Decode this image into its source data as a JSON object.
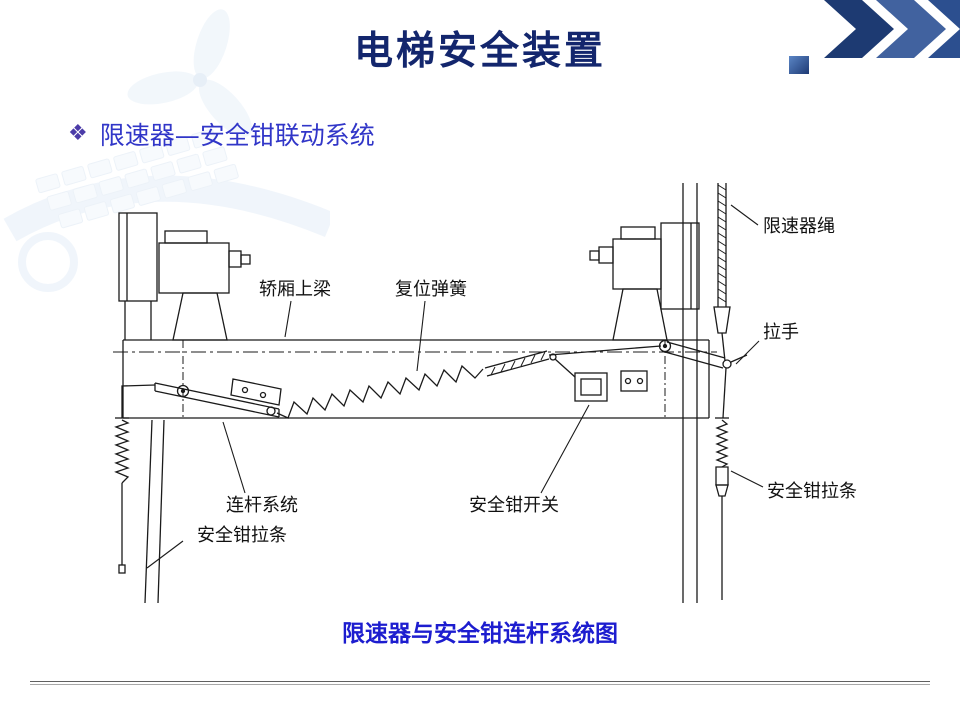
{
  "slide": {
    "title": "电梯安全装置",
    "bullet": {
      "marker": "❖",
      "text": "限速器—安全钳联动系统"
    }
  },
  "figure": {
    "caption": "限速器与安全钳连杆系统图",
    "labels": {
      "governor_rope": "限速器绳",
      "car_top_beam": "轿厢上梁",
      "reset_spring": "复位弹簧",
      "handle": "拉手",
      "linkage_system": "连杆系统",
      "left_safety_pull": "安全钳拉条",
      "safety_switch": "安全钳开关",
      "right_safety_pull": "安全钳拉条"
    }
  },
  "colors": {
    "title_text": "#13266d",
    "bullet_text": "#3136c8",
    "bullet_marker": "#4b3ba8",
    "caption_text": "#1d1dcf",
    "chevron_dark": "#1d3a72",
    "chevron_mid": "#41629f",
    "accent_square": "#2e5596",
    "diagram_line": "#1b1b1b"
  }
}
